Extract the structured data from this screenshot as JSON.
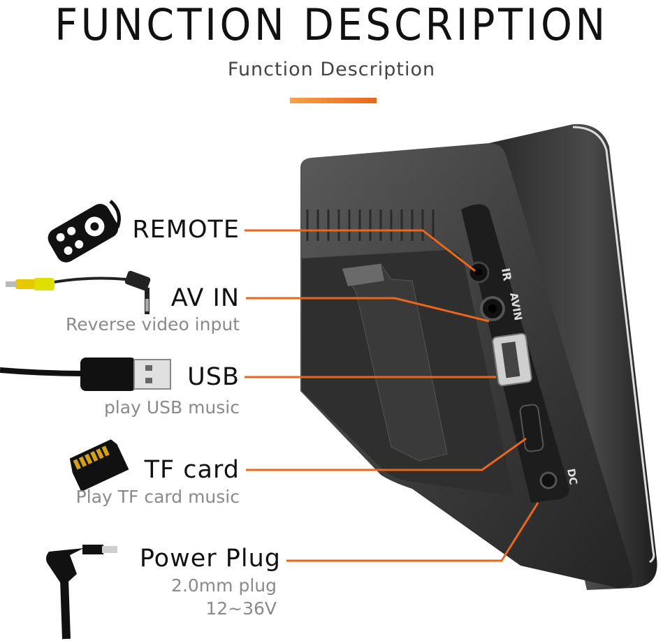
{
  "header": {
    "title": "FUNCTION DESCRIPTION",
    "subtitle": "Function Description"
  },
  "accent_color": "#e9661b",
  "features": [
    {
      "label": "REMOTE",
      "icon": "remote-control-icon"
    },
    {
      "label": "AV IN",
      "sublabel": "Reverse video input",
      "icon": "rca-cable-icon"
    },
    {
      "label": "USB",
      "sublabel": "play USB music",
      "icon": "usb-cable-icon"
    },
    {
      "label": "TF card",
      "sublabel": "Play TF card music",
      "icon": "tf-card-icon"
    },
    {
      "label": "Power Plug",
      "sublabel_lines": [
        "2.0mm plug",
        "12~36V"
      ],
      "icon": "dc-plug-icon"
    }
  ],
  "port_labels": [
    "IR",
    "AVIN",
    "DC"
  ]
}
